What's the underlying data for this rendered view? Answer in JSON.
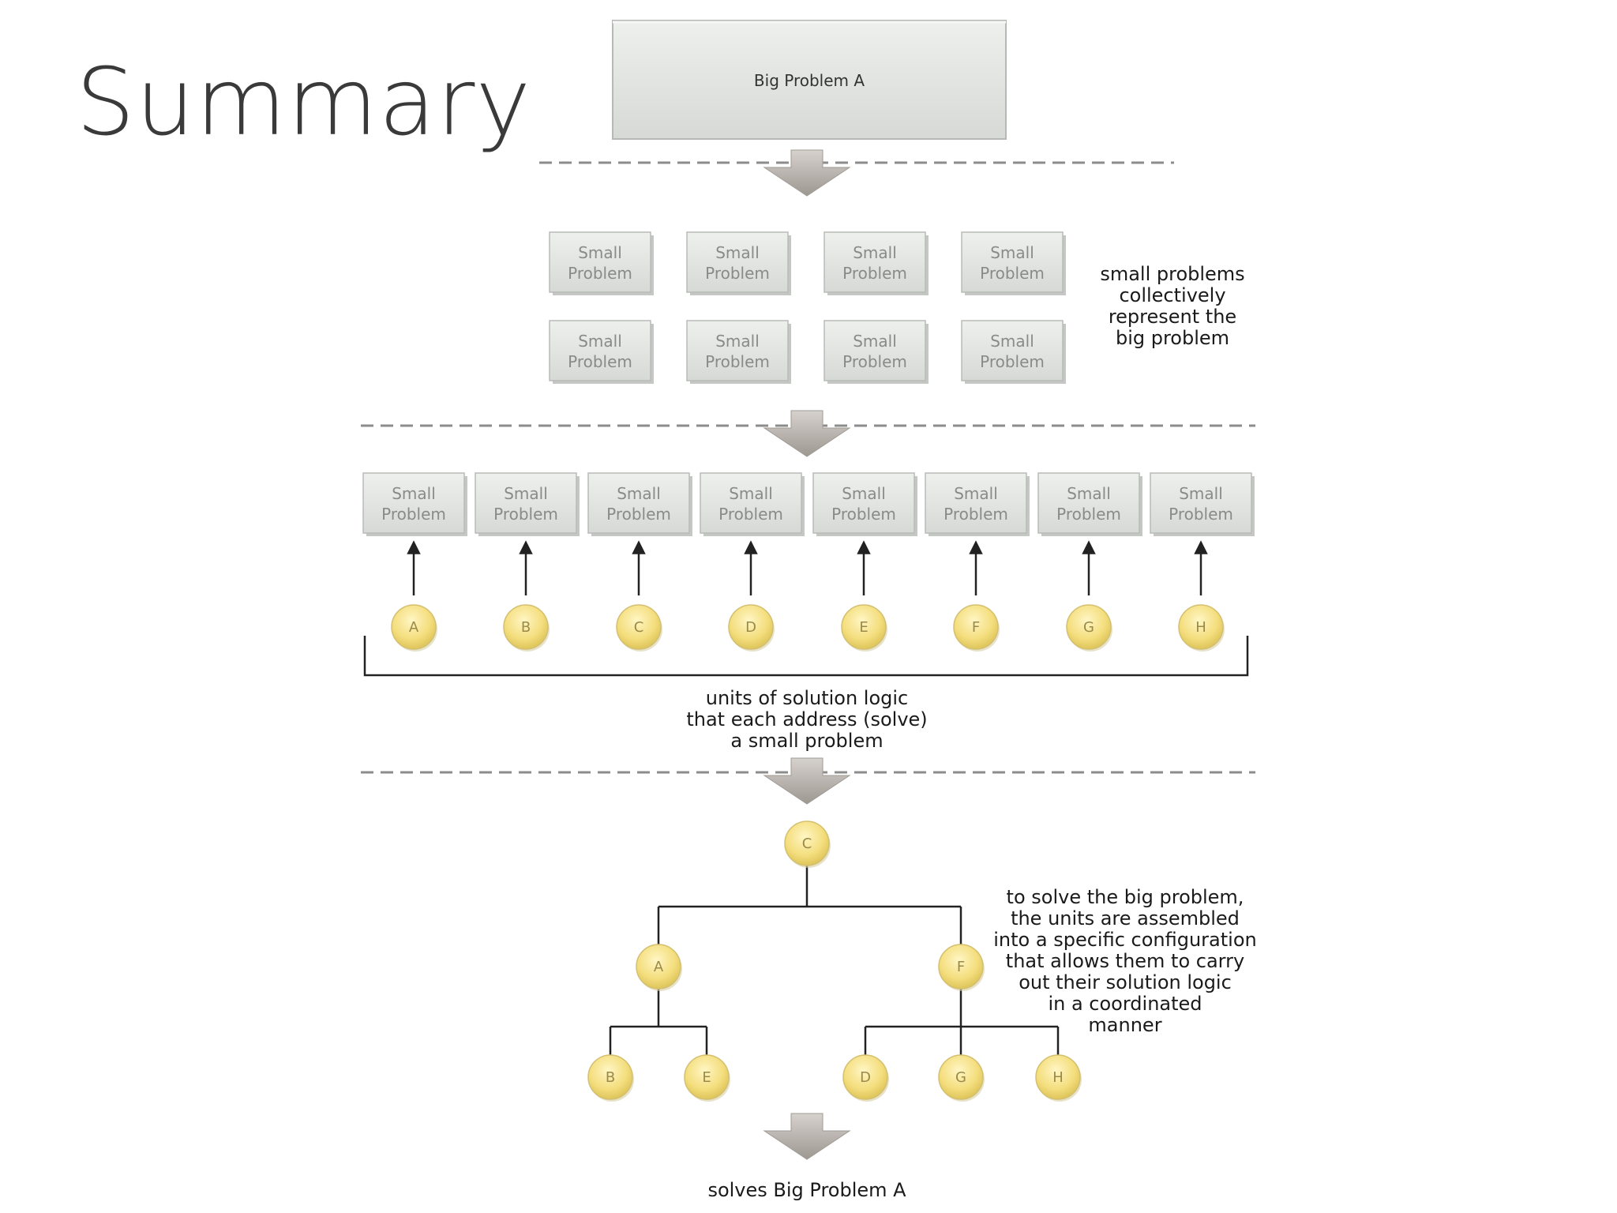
{
  "page": {
    "title": "Summary"
  },
  "big_problem": {
    "label": "Big Problem A"
  },
  "small_problem": {
    "line1": "Small",
    "line2": "Problem"
  },
  "notes": {
    "collective": [
      "small problems",
      "collectively",
      "represent the",
      "big problem"
    ],
    "units": [
      "units of solution logic",
      "that each address (solve)",
      "a small problem"
    ],
    "assembled": [
      "to solve the big problem,",
      "the units are assembled",
      "into a specific configuration",
      "that allows them to carry",
      "out their solution logic",
      "in a coordinated",
      "manner"
    ],
    "result": "solves Big Problem A"
  },
  "units": [
    "A",
    "B",
    "C",
    "D",
    "E",
    "F",
    "G",
    "H"
  ],
  "tree": {
    "root": "C",
    "children": [
      {
        "label": "A",
        "children": [
          "B",
          "E"
        ]
      },
      {
        "label": "F",
        "children": [
          "D",
          "G",
          "H"
        ]
      }
    ]
  },
  "colors": {
    "box_fill": "#e4e6e3",
    "node_fill": "#f2dc78",
    "arrow_fill": "#b8b3ad",
    "dash": "#8c8c8c"
  }
}
